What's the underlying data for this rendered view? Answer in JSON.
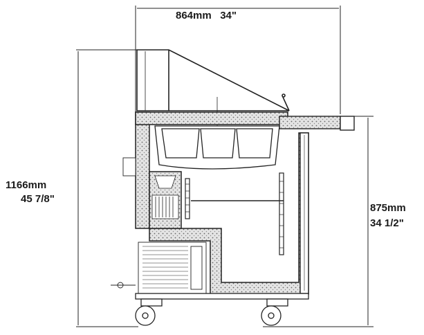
{
  "dimensions": {
    "width": {
      "mm": "864mm",
      "inch": "34\""
    },
    "total_height": {
      "mm": "1166mm",
      "inch": "45 7/8\""
    },
    "counter_height": {
      "mm": "875mm",
      "inch": "34 1/2\""
    }
  },
  "colors": {
    "line": "#222222",
    "insulation": "#d9d9d9",
    "background": "#ffffff"
  }
}
